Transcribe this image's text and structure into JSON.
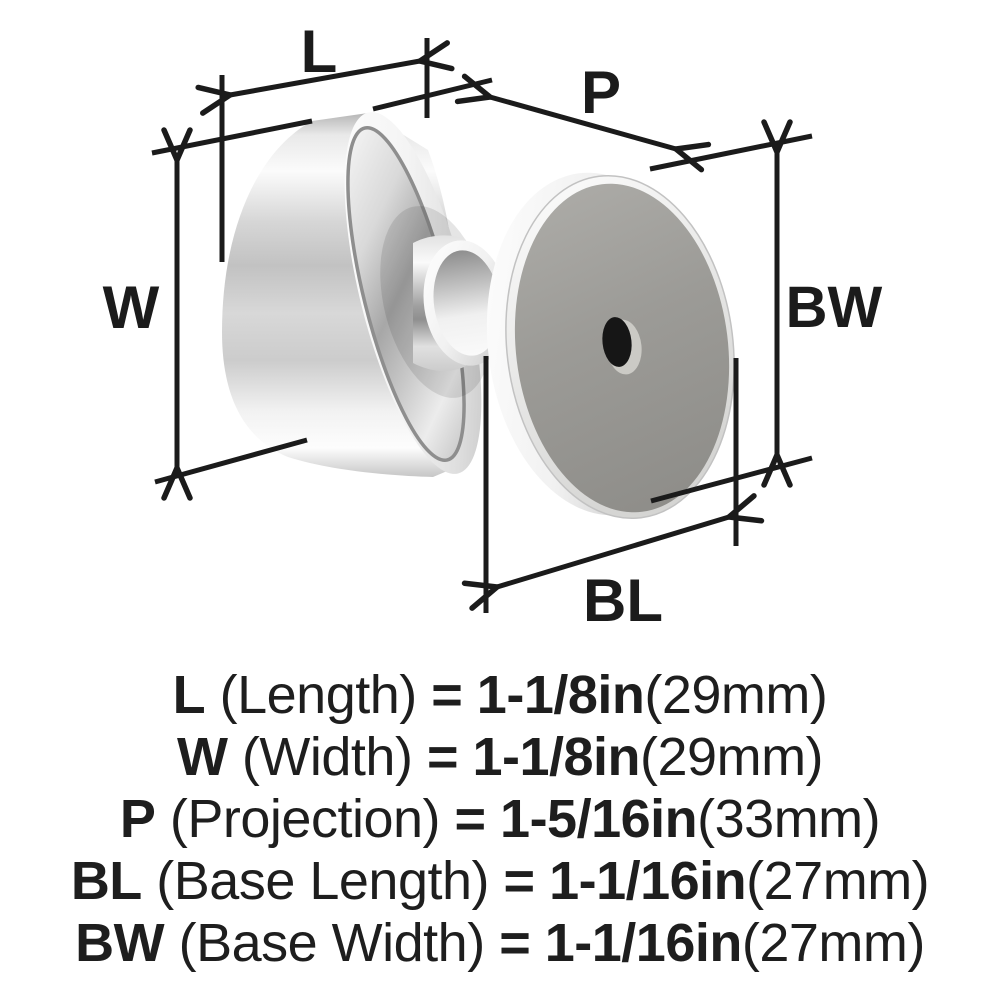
{
  "diagram": {
    "description": "Knob dimension diagram",
    "background_color": "#ffffff",
    "line_color": "#1b1b1b",
    "base_face_color": "#9b9a96",
    "chrome_highlight_color": "#fcfcfc",
    "callouts": {
      "length": "L",
      "projection": "P",
      "width": "W",
      "base_width": "BW",
      "base_length": "BL"
    }
  },
  "specs": [
    {
      "symbol": "L",
      "label": " (Length) ",
      "value": "= 1-1/8in",
      "metric": "(29mm)"
    },
    {
      "symbol": "W",
      "label": " (Width) ",
      "value": "= 1-1/8in",
      "metric": "(29mm)"
    },
    {
      "symbol": "P",
      "label": " (Projection) ",
      "value": "= 1-5/16in",
      "metric": "(33mm)"
    },
    {
      "symbol": "BL",
      "label": " (Base Length) ",
      "value": "= 1-1/16in",
      "metric": "(27mm)"
    },
    {
      "symbol": "BW",
      "label": " (Base Width) ",
      "value": "= 1-1/16in",
      "metric": "(27mm)"
    }
  ]
}
